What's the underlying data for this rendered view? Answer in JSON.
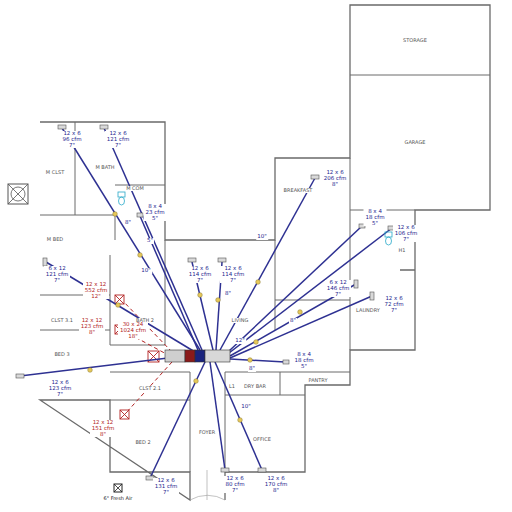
{
  "diagram": {
    "labels": [
      "STORAGE",
      "GARAGE",
      "BREAKFAST",
      "M CLST",
      "M BATH",
      "M COM",
      "M BED",
      "BATH 2",
      "LIVING",
      "LAUNDRY",
      "CLST 3.1",
      "BED 3",
      "CLST 2.1",
      "L1",
      "DRY BAR",
      "PANTRY",
      "BED 2",
      "FOYER",
      "OFFICE",
      "H1",
      "6\" Fresh Air",
      "12 x 6 96 cfm 7\"",
      "12 x 6 121 cfm 7\"",
      "8 x 4 23 cfm 5\"",
      "6 x 12 121 cfm 7\"",
      "12 x 6 114 cfm 7\"",
      "12 x 6 114 cfm 7\"",
      "12 x 6 206 cfm 8\"",
      "8 x 4 18 cfm 5\"",
      "12 x 6 106 cfm 7\"",
      "6 x 12 146 cfm 7\"",
      "12 x 6 72 cfm 7\"",
      "8 x 4 18 cfm 5\"",
      "12 x 6 123 cfm 7\"",
      "12 x 6 131 cfm 7\"",
      "12 x 6 80 cfm 7\"",
      "12 x 6 170 cfm 8\"",
      "12 x 12 552 cfm 12\"",
      "12 x 12 123 cfm 8\"",
      "30 x 24 1024 cfm 18\"",
      "12 x 12 151 cfm 8\"",
      "8\"",
      "5\"",
      "10\"",
      "8\"",
      "10\"",
      "8\"",
      "12\"",
      "8\"",
      "10\""
    ]
  }
}
